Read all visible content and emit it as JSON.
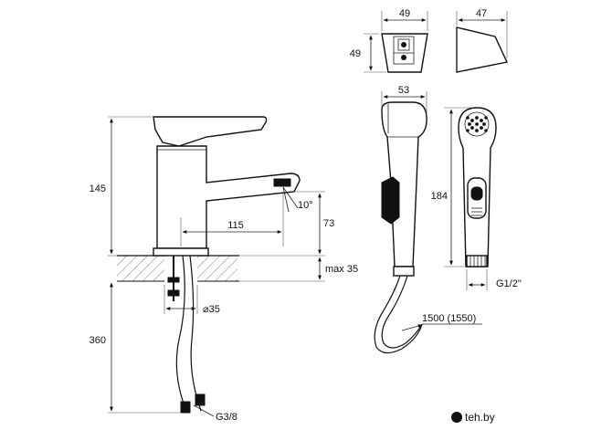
{
  "dimensions": {
    "holder_width": "49",
    "holder_height": "49",
    "holder_depth": "47",
    "handshower_width": "53",
    "handshower_length": "184",
    "thread": "G1/2\"",
    "hose_length": "1500 (1550)",
    "mixer_height": "145",
    "spout_angle": "10°",
    "spout_reach": "115",
    "spout_clearance": "73",
    "max_counter": "max 35",
    "hole_diameter": "⌀35",
    "supply_length": "360",
    "supply_thread": "G3/8"
  },
  "watermark": {
    "text": "teh.by"
  }
}
